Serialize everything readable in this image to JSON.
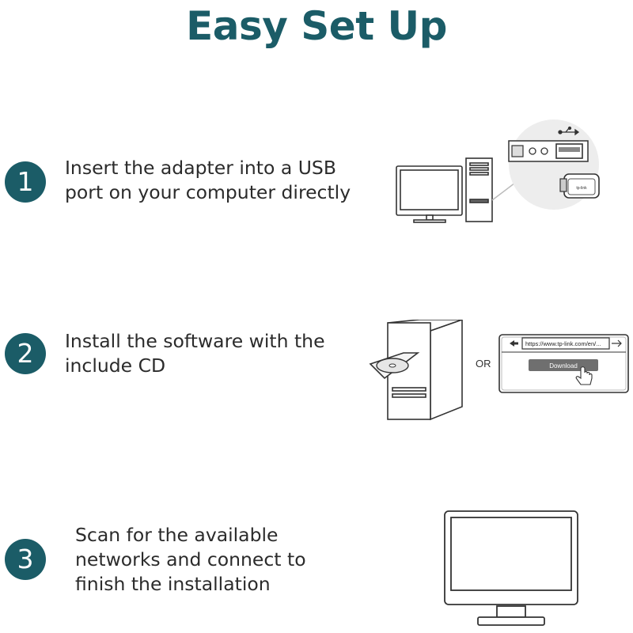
{
  "title": "Easy Set Up",
  "steps": [
    {
      "number": "1",
      "lines": [
        "Insert the adapter into a USB",
        "port on your computer directly"
      ]
    },
    {
      "number": "2",
      "lines": [
        "Install the software with the",
        "include CD"
      ]
    },
    {
      "number": "3",
      "lines": [
        "Scan for the available",
        "networks and connect to",
        "finish the installation"
      ]
    }
  ],
  "step2_illustration": {
    "or_label": "OR",
    "browser_url": "https://www.tp-link.com/en/...",
    "download_label": "Download"
  },
  "step1_illustration": {
    "adapter_brand": "tp-link"
  },
  "colors": {
    "accent": "#1b5c67",
    "text": "#2b2b2b"
  }
}
